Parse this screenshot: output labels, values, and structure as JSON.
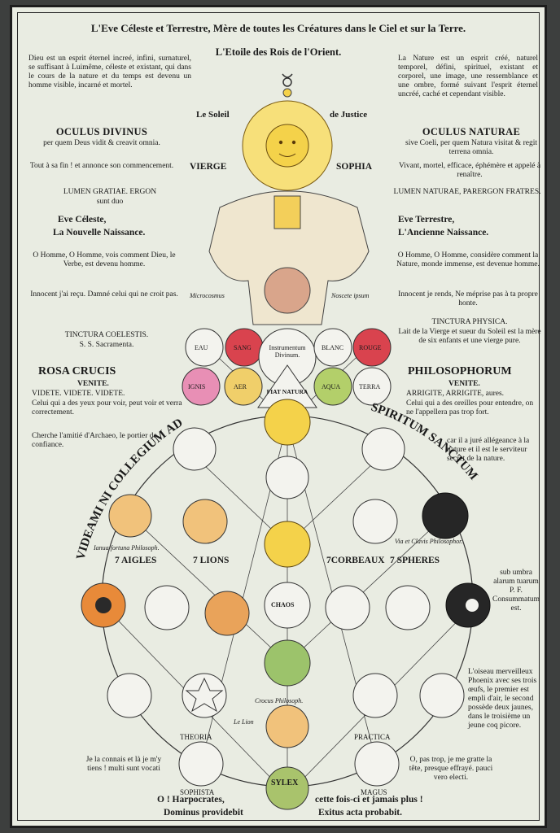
{
  "title": "L'Eve Céleste et Terrestre, Mère de toutes les Créatures dans le Ciel et sur la Terre.",
  "subtitle": "L'Etoile des Rois de l'Orient.",
  "left": {
    "intro": "Dieu est un esprit éternel increé, infini, surnaturel, se suffisant à Luimême, céleste et existant, qui dans le cours de la nature et du temps est devenu un homme visible, incarné et mortel.",
    "oculus": "OCULUS DIVINUS",
    "oculus_sub": "per quem Deus vidit & creavit omnia.",
    "tout": "Tout à sa fin ! et annonce son commencement.",
    "lumen": "LUMEN GRATIAE. ERGON",
    "lumen_sub": "sunt duo",
    "eve": "Eve Céleste,",
    "naissance": "La Nouvelle Naissance.",
    "homme": "O Homme, O Homme, vois comment Dieu, le Verbe, est devenu homme.",
    "innocent": "Innocent j'ai reçu. Damné celui qui ne croit pas.",
    "tinctura": "TINCTURA COELESTIS.",
    "sacramenta": "S. S. Sacramenta.",
    "rosa": "ROSA CRUCIS",
    "venite": "VENITE.",
    "videte": "VIDETE. VIDETE. VIDETE.",
    "yeux": "Celui qui a des yeux pour voir, peut voir et verra correctement.",
    "cherche": "Cherche l'amitié d'Archaeo, le portier de confiance.",
    "connais": "Je la connais et là je m'y tiens ! multi sunt vocati"
  },
  "right": {
    "intro": "La Nature est un esprit créé, naturel temporel, défini, spirituel, existant et corporel, une image, une ressemblance et une ombre, formé suivant l'esprit éternel uncréé, caché et cependant visible.",
    "oculus": "OCULUS NATURAE",
    "oculus_sub": "sive Coeli, per quem Natura visitat & regit terrena omnia.",
    "vivant": "Vivant, mortel, efficace, éphémère et appelé à renaître.",
    "lumen": "LUMEN NATURAE, PARERGON FRATRES.",
    "eve": "Eve Terrestre,",
    "naissance": "L'Ancienne Naissance.",
    "homme": "O Homme, O Homme, considère comment la Nature, monde immense, est devenue homme.",
    "innocent": "Innocent je rends, Ne méprise pas à ta propre honte.",
    "tinctura": "TINCTURA PHYSICA.",
    "lait": "Lait de la Vierge et sueur du Soleil est la mère de six enfants et une vierge pure.",
    "philo": "PHILOSOPHORUM",
    "venite": "VENITE.",
    "arrigite": "ARRIGITE, ARRIGITE, aures.",
    "oreilles": "Celui qui a des oreilles pour entendre, on ne l'appellera pas trop fort.",
    "jure": "car il a juré allégeance à la nature et il est le serviteur secret de la nature.",
    "umbra": "sub umbra alarum tuarum P. F. Consummatum est.",
    "phoenix": "L'oiseau merveilleux Phoenix avec ses trois œufs, le premier est empli d'air, le second possède deux jaunes, dans le troisième un jeune coq picore.",
    "pas": "O, pas trop, je me gratte la tête, presque effrayé. pauci vero electi."
  },
  "figure": {
    "soleil": "Le Soleil",
    "justice": "de Justice",
    "vierge": "VIERGE",
    "sophia": "SOPHIA",
    "eau": "EAU",
    "sang": "SANG",
    "blanc": "BLANC",
    "rouge": "ROUGE",
    "ignis": "IGNIS",
    "aer": "AER",
    "aqua": "AQUA",
    "terra": "TERRA",
    "instrumentum": "Instrumentum Divinum.",
    "fiat": "FIAT NATURA",
    "aigles": "7 AIGLES",
    "lions": "7 LIONS",
    "corbeaux": "7CORBEAUX",
    "spheres": "7 SPHERES",
    "chaos": "CHAOS",
    "videami": "VIDEAMI NI COLLEGIUM AD",
    "spiritum": "SPIRITUM SANCTUM",
    "theoria": "THEORIA",
    "practica": "PRACTICA",
    "sophista": "SOPHISTA",
    "magus": "MAGUS",
    "sylex": "SYLEX",
    "microcosmus": "Microcosmus",
    "noscete": "Noscete ipsum",
    "crocus": "Crocus Philosoph.",
    "le_lion": "Le Lion",
    "ianua": "Ianua fortuna Philosoph.",
    "clavis": "Via et Clavis Philosophor."
  },
  "bottom": {
    "harpo": "O ! Harpocrates,",
    "dominus": "Dominus providebit",
    "cette": "cette fois-ci et jamais plus !",
    "exitus": "Exitus acta probabit."
  },
  "colors": {
    "plate": "#e9ece2",
    "ink": "#1a1a1a",
    "sang": "#d9434e",
    "rouge": "#d9434e",
    "ignis": "#e88fb5",
    "aer": "#f0cf6a",
    "aqua": "#b3cf6a",
    "sun": "#f4d24a",
    "green": "#9cc36b",
    "dark_sphere": "#262626"
  }
}
